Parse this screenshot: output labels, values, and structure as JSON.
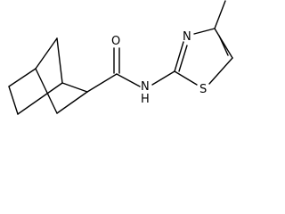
{
  "molecule": {
    "atoms": {
      "oxygen": "O",
      "amide_nitrogen": "N",
      "amide_hydrogen": "H",
      "ring_nitrogen": "N",
      "sulfur": "S"
    }
  }
}
